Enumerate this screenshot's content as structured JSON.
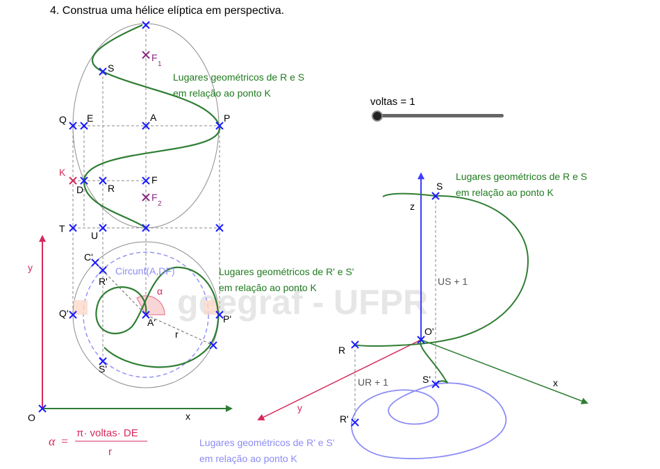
{
  "title": "4.  Construa uma hélice elíptica em perspectiva.",
  "watermark": "geegraf - UFPR",
  "slider": {
    "label": "voltas = 1",
    "value": 1
  },
  "notes": {
    "rs_front": [
      "Lugares geométricos de R e S",
      "em relação ao ponto K"
    ],
    "rs_top": [
      "Lugares geométricos de R' e S'",
      "em relação ao ponto K"
    ],
    "rs_persp": [
      "Lugares geométricos de R e S",
      "em relação ao ponto K"
    ],
    "rs_persp_plan": [
      "Lugares geométricos de R' e S'",
      "em relação ao ponto K"
    ]
  },
  "labels": {
    "F1": "F",
    "F1_sub": "1",
    "F2": "F",
    "F2_sub": "2",
    "S": "S",
    "Q": "Q",
    "E": "E",
    "A": "A",
    "P": "P",
    "K": "K",
    "D": "D",
    "R": "R",
    "F": "F",
    "T": "T",
    "U": "U",
    "C1": "C'",
    "R1": "R'",
    "Q1": "Q'",
    "A1": "A'",
    "P1": "P'",
    "S1": "S'",
    "circ": "Circunf(A,DF)",
    "alpha": "α",
    "r": "r",
    "O": "O",
    "x": "x",
    "y": "y",
    "pz": "z",
    "pS": "S",
    "pUS": "US + 1",
    "pO": "O'",
    "pR": "R",
    "pUR": "UR + 1",
    "pS1": "S'",
    "pR1": "R'",
    "px": "x",
    "py": "y"
  },
  "formula": {
    "lhs": "α",
    "eq": "=",
    "num": "π· voltas· DE",
    "den": "r"
  },
  "colors": {
    "helix": "#2e7d32",
    "note_green": "#1e7a1e",
    "point": "#1a1aff",
    "axis_red": "#d6285a",
    "axis_green": "#2e7d32",
    "axis_blue": "#3d3dff",
    "lavender": "#8c8cf5",
    "purple": "#8a2b84",
    "watermark": "#e6e6e6"
  }
}
